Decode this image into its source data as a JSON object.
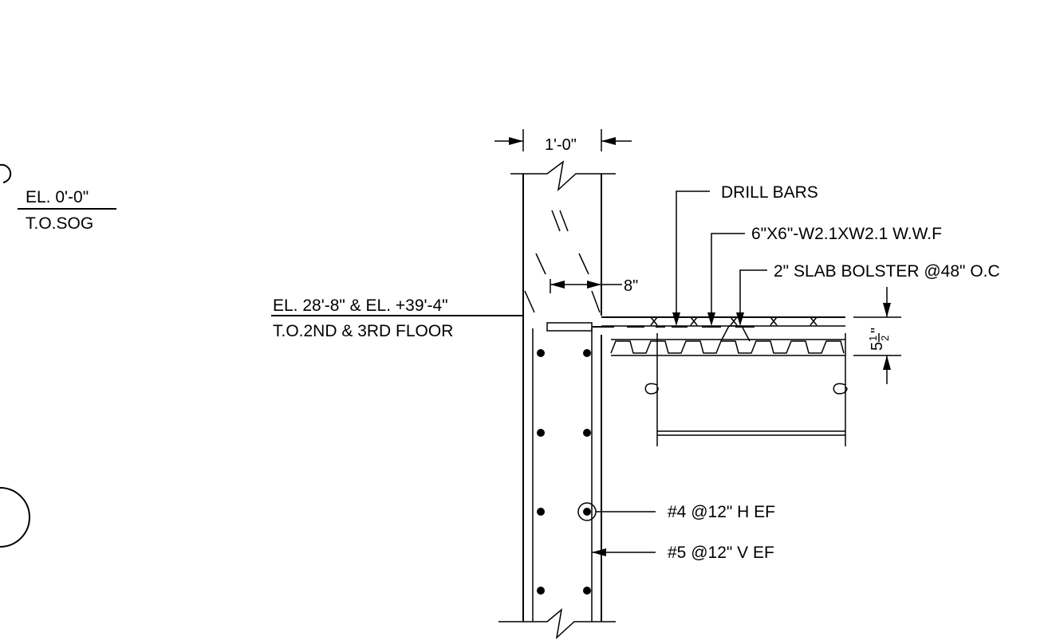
{
  "labels": {
    "sog_elevation": "EL. 0'-0\"",
    "sog_ref": "T.O.SOG",
    "floor_elevation": "EL. 28'-8\" & EL. +39'-4\"",
    "floor_ref": "T.O.2ND & 3RD FLOOR",
    "drill_bars": "DRILL BARS",
    "wwf": "6\"X6\"-W2.1XW2.1 W.W.F",
    "bolster": "2\" SLAB BOLSTER @48\" O.C",
    "horizontal_bars": "#4 @12\" H EF",
    "vertical_bars": "#5 @12\" V EF"
  },
  "dimensions": {
    "wall_width": "1'-0\"",
    "embed": "8\"",
    "slab_whole": "5",
    "slab_num": "1",
    "slab_den": "2",
    "slab_inch": "\""
  }
}
